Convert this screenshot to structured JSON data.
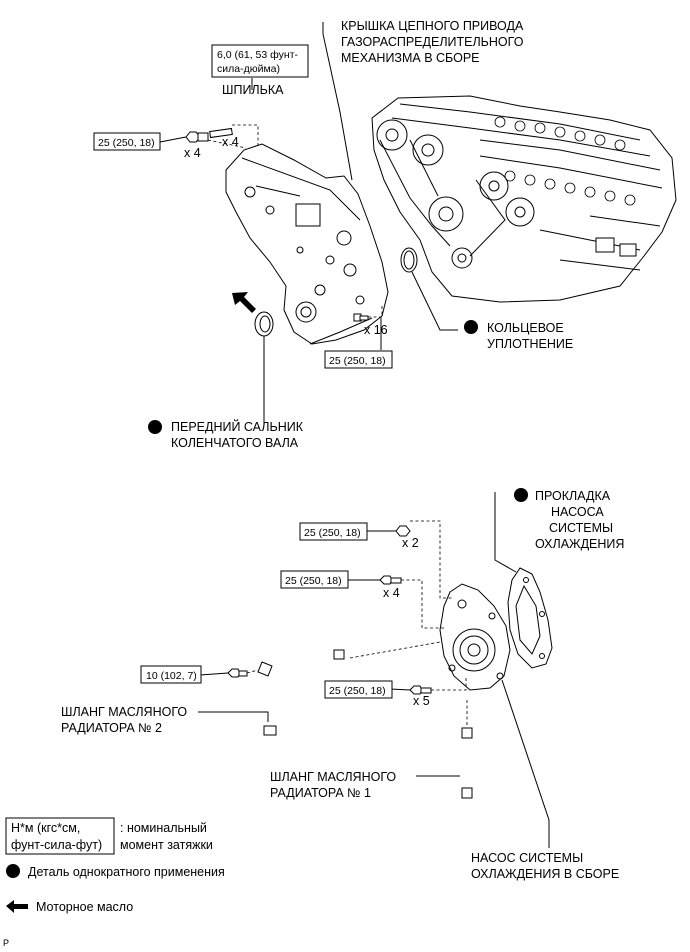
{
  "labels": {
    "timing_cover": [
      "КРЫШКА ЦЕПНОГО ПРИВОДА",
      "ГАЗОРАСПРЕДЕЛИТЕЛЬНОГО",
      "МЕХАНИЗМА В СБОРЕ"
    ],
    "stud": "ШПИЛЬКА",
    "o_ring": [
      "КОЛЬЦЕВОЕ",
      "УПЛОТНЕНИЕ"
    ],
    "front_seal": [
      "ПЕРЕДНИЙ САЛЬНИК",
      "КОЛЕНЧАТОГО ВАЛА"
    ],
    "pump_gasket": [
      "ПРОКЛАДКА",
      "НАСОСА",
      "СИСТЕМЫ",
      "ОХЛАЖДЕНИЯ"
    ],
    "oil_hose_2": [
      "ШЛАНГ МАСЛЯНОГО",
      "РАДИАТОРА № 2"
    ],
    "oil_hose_1": [
      "ШЛАНГ МАСЛЯНОГО",
      "РАДИАТОРА № 1"
    ],
    "water_pump": [
      "НАСОС СИСТЕМЫ",
      "ОХЛАЖДЕНИЯ В СБОРЕ"
    ]
  },
  "torques": {
    "stud": [
      "6,0 (61, 53 фунт-",
      "сила-дюйма)"
    ],
    "cover_top": "25 (250, 18)",
    "cover_bottom": "25 (250, 18)",
    "pump_x2": "25 (250, 18)",
    "pump_x4": "25 (250, 18)",
    "hose_bolt": "10 (102, 7)",
    "pump_x5": "25 (250, 18)"
  },
  "quantities": {
    "stud": "x 4",
    "cover_top": "x 4",
    "cover_bottom": "x 16",
    "pump_x2": "x 2",
    "pump_x4": "x 4",
    "pump_x5": "x 5"
  },
  "legend": {
    "torque_box": [
      "Н*м (кгс*см,",
      "фунт-сила-фут)"
    ],
    "torque_desc": [
      ": номинальный",
      "момент затяжки"
    ],
    "non_reusable": "Деталь однократного применения",
    "engine_oil": "Моторное масло"
  },
  "footer": "P",
  "icons": {
    "non_reusable": "filled-circle-icon",
    "engine_oil": "left-arrow-icon"
  }
}
